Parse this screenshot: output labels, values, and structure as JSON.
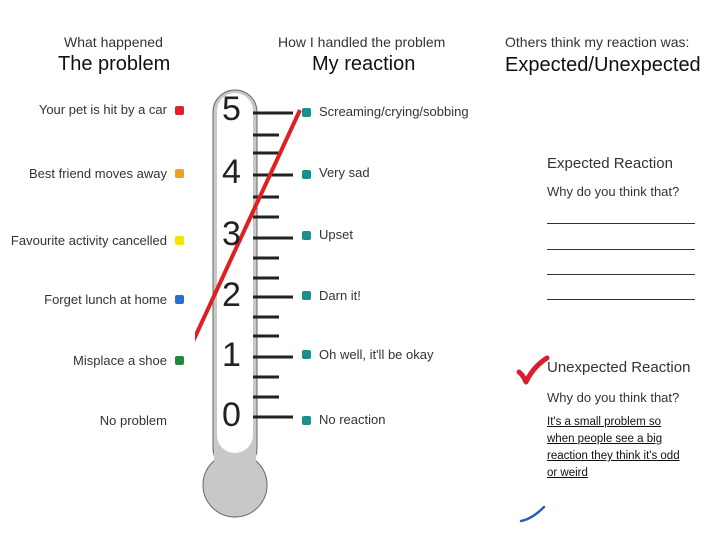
{
  "headers": {
    "col1_small": "What happened",
    "col1_big": "The problem",
    "col2_small": "How I handled the problem",
    "col2_big": "My reaction",
    "col3_small": "Others think my reaction was:",
    "col3_big": "Expected/Unexpected"
  },
  "problems": [
    {
      "label": "Your pet is hit by a car",
      "color": "#e0202a"
    },
    {
      "label": "Best friend moves away",
      "color": "#f0a020"
    },
    {
      "label": "Favourite activity cancelled",
      "color": "#f2e600"
    },
    {
      "label": "Forget lunch at home",
      "color": "#2a6fd0"
    },
    {
      "label": "Misplace a shoe",
      "color": "#1f8a3a"
    },
    {
      "label": "No problem",
      "color": ""
    }
  ],
  "scale": [
    "5",
    "4",
    "3",
    "2",
    "1",
    "0"
  ],
  "reactions": [
    "Screaming/crying/sobbing",
    "Very sad",
    "Upset",
    "Darn it!",
    "Oh well, it'll be okay",
    "No reaction"
  ],
  "expected": {
    "title": "Expected Reaction",
    "question": "Why do you think that?"
  },
  "unexpected": {
    "title": "Unexpected Reaction",
    "question": "Why do you think that?",
    "answer": [
      "It's a small problem so",
      "when people see a big",
      "reaction they think it's odd",
      "or weird"
    ]
  },
  "colors": {
    "marker": "#e02020",
    "reaction_dot": "#1a8f8f",
    "checkmark": "#d8202a",
    "thermometer": "#c8c8c8"
  }
}
